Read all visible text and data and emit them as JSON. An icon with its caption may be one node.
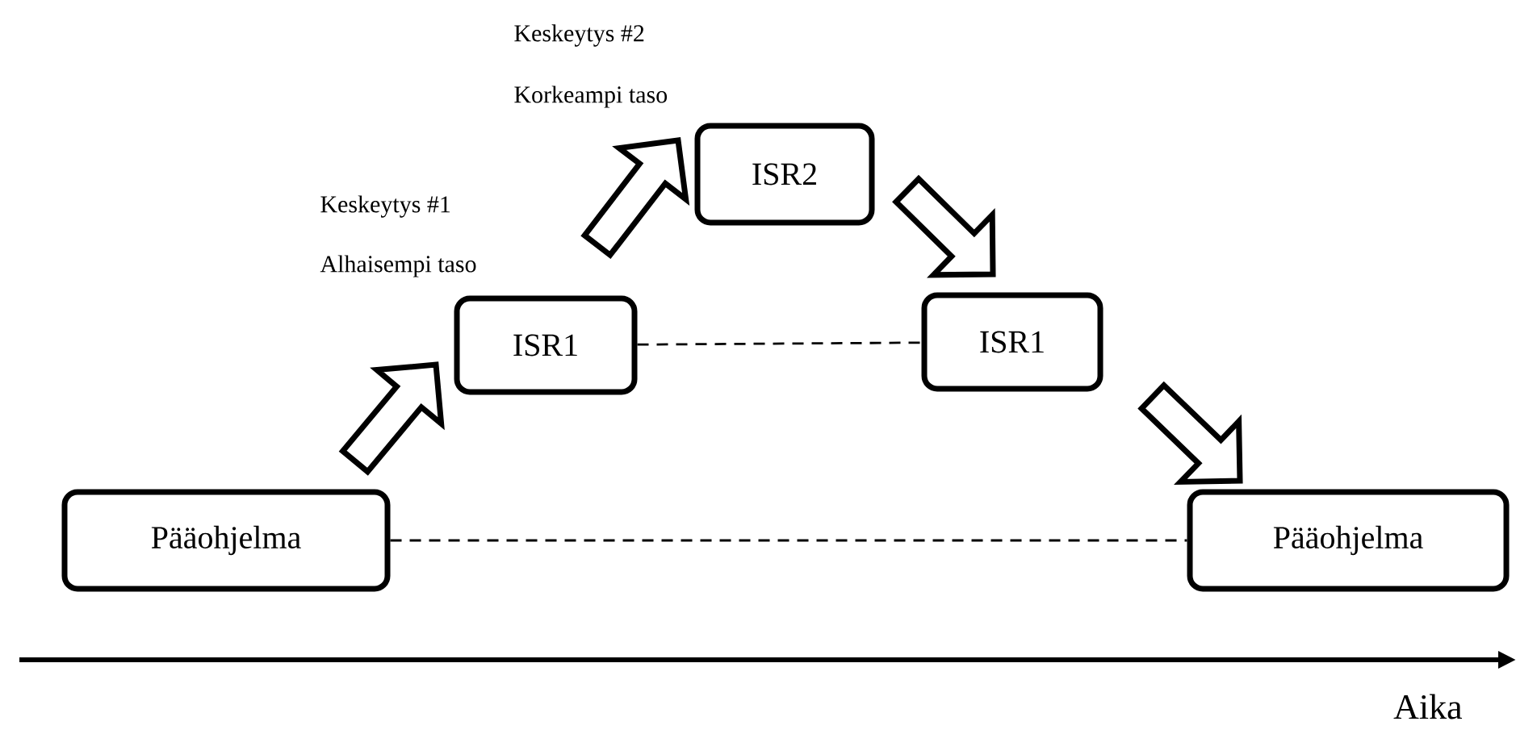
{
  "diagram": {
    "nodes": [
      {
        "text": [
          "Pääohjelma"
        ]
      },
      {
        "text": [
          "ISR1"
        ]
      },
      {
        "text": [
          "ISR2"
        ]
      },
      {
        "text": [
          "ISR1"
        ]
      },
      {
        "text": [
          "Pääohjelma"
        ]
      }
    ],
    "edges": [
      {
        "from": 0,
        "to": 1,
        "arrow": "to"
      },
      {
        "from": 1,
        "to": 2,
        "arrow": "to"
      },
      {
        "from": 2,
        "to": 3,
        "arrow": "to"
      },
      {
        "from": 3,
        "to": 4,
        "arrow": "to"
      },
      {
        "from": 1,
        "to": 3,
        "arrow": "none",
        "style": "dashed"
      },
      {
        "from": 0,
        "to": 4,
        "arrow": "none",
        "style": "dashed"
      }
    ],
    "labels": [
      "Keskeytys #2",
      "Korkeampi taso",
      "Keskeytys #1",
      "Alhaisempi taso",
      "Aika"
    ]
  }
}
